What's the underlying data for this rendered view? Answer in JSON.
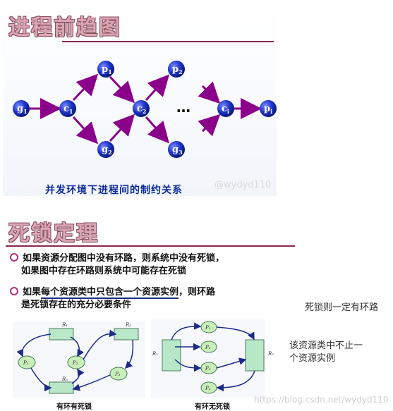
{
  "slide1": {
    "title": "进程前趋图",
    "nodes": {
      "g1": {
        "main": "g",
        "sub": "1"
      },
      "c1": {
        "main": "c",
        "sub": "1"
      },
      "p1": {
        "main": "p",
        "sub": "1"
      },
      "g2": {
        "main": "g",
        "sub": "2"
      },
      "c2": {
        "main": "c",
        "sub": "2"
      },
      "p2": {
        "main": "p",
        "sub": "2"
      },
      "g3": {
        "main": "g",
        "sub": "3"
      },
      "ci": {
        "main": "c",
        "sub": "i"
      },
      "pi": {
        "main": "p",
        "sub": "i"
      }
    },
    "ellipsis": "…",
    "caption": "并发环境下进程间的制约关系",
    "watermark": "@wydyd110"
  },
  "slide2": {
    "title": "死锁定理",
    "bullet1_line1": "如果资源分配图中没有环路，则系统中没有死锁，",
    "bullet1_line2": "如果图中存在环路则系统中可能存在死锁",
    "bullet2_a": "如果",
    "bullet2_b": "每个资源类中只包含一个资源实例",
    "bullet2_c": "，则环路",
    "bullet2_line2": "是死锁存在的充分必要条件",
    "diagram_left_labels": {
      "r1": "R₁",
      "r2": "R₂",
      "r3": "R₃",
      "p1": "P₁",
      "p2": "P₂",
      "p3": "P₃"
    },
    "diagram_right_labels": {
      "r1": "R₁",
      "r2": "R₂",
      "p1": "P₁",
      "p2": "P₂",
      "p3": "P₃",
      "p4": "P₄"
    },
    "caption_left": "有环有死锁",
    "caption_right": "有环无死锁",
    "watermark": "https://blog.csdn.net/wydyd110"
  },
  "notes": {
    "note1": "死锁则一定有环路",
    "note2_line1": "该资源类中不止一",
    "note2_line2": "个资源实例"
  },
  "colors": {
    "arrow": "#8b008b",
    "node": "#1d33c9",
    "title": "#d9a6b2",
    "rule": "#8a2750",
    "resource_box": "#b9e8c9",
    "process_node": "#c9eeb9"
  }
}
